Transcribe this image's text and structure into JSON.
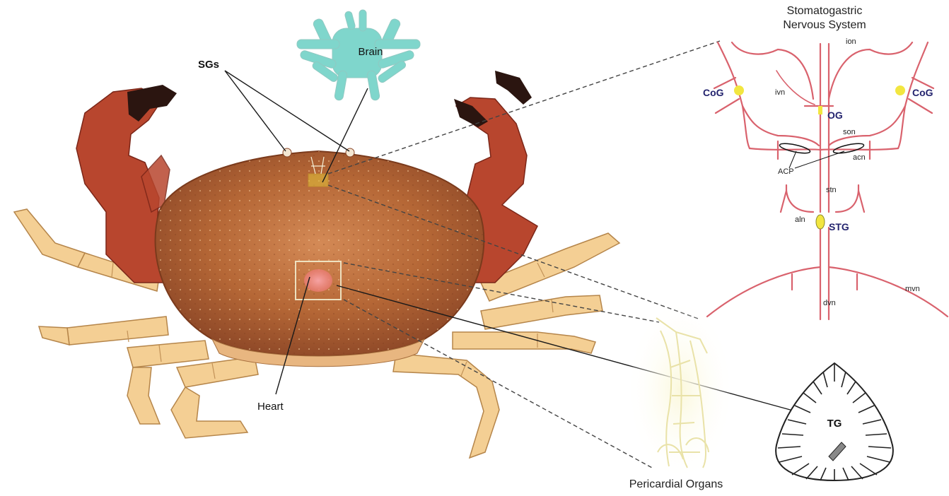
{
  "labels": {
    "brain": "Brain",
    "sgs": "SGs",
    "heart": "Heart",
    "pericardial_organs": "Pericardial Organs",
    "tg": "TG",
    "stns_title_line1": "Stomatogastric",
    "stns_title_line2": "Nervous System"
  },
  "stns_labels": {
    "ion": "ion",
    "cog_left": "CoG",
    "cog_right": "CoG",
    "ivn": "ivn",
    "og": "OG",
    "son": "son",
    "acn": "acn",
    "acp": "ACP",
    "stn": "stn",
    "aln": "aln",
    "stg": "STG",
    "mvn": "mvn",
    "dvn": "dvn"
  },
  "colors": {
    "nerve": "#d9626d",
    "ganglion": "#f2e640",
    "brain": "#7fd6cc",
    "shell": "#b86a3c",
    "leg": "#f4cf94",
    "claw": "#b8462e",
    "pericardial": "#f7f3c8",
    "heart_marker": "#f08a8a"
  }
}
